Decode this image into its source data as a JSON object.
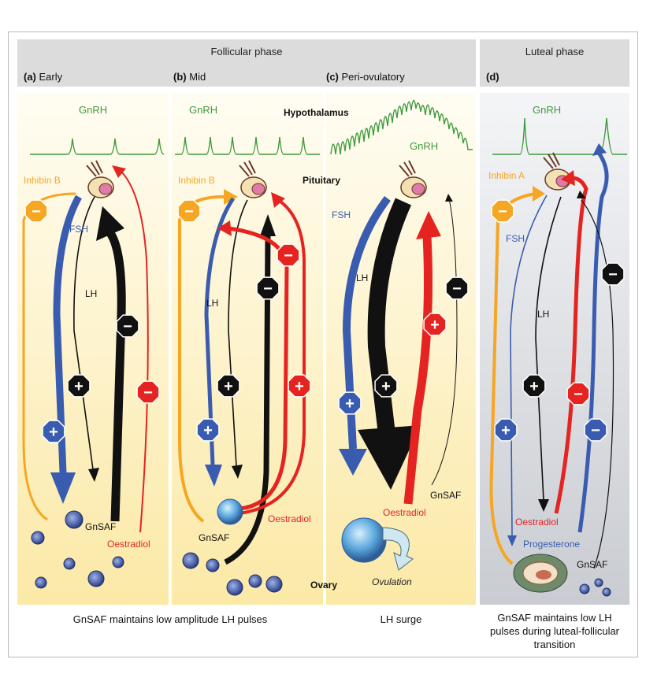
{
  "headers": {
    "follicular": "Follicular phase",
    "luteal": "Luteal phase"
  },
  "panels": {
    "a": {
      "letter": "(a)",
      "name": "Early"
    },
    "b": {
      "letter": "(b)",
      "name": "Mid"
    },
    "c": {
      "letter": "(c)",
      "name": "Peri-ovulatory"
    },
    "d": {
      "letter": "(d)",
      "name": ""
    }
  },
  "labels": {
    "gnrh": "GnRH",
    "hypothalamus": "Hypothalamus",
    "pituitary": "Pituitary",
    "ovary": "Ovary",
    "inhibin_b": "Inhibin B",
    "inhibin_a": "Inhibin A",
    "fsh": "FSH",
    "lh": "LH",
    "gnsaf": "GnSAF",
    "oestradiol": "Oestradiol",
    "progesterone": "Progesterone",
    "ovulation": "Ovulation"
  },
  "signs": {
    "plus": "+",
    "minus": "−"
  },
  "captions": {
    "ab": "GnSAF maintains low amplitude LH pulses",
    "c": "LH surge",
    "d_line1": "GnSAF maintains low LH",
    "d_line2": "pulses during luteal-follicular",
    "d_line3": "transition"
  },
  "colors": {
    "fsh": "#3a5cb0",
    "lh": "#111111",
    "oestradiol": "#e52421",
    "inhibin": "#f5a623",
    "gnrh": "#3e9a3e",
    "bg_follicular": "#fdf1c4",
    "bg_luteal": "#e4e6ea",
    "header": "#dcdcdc"
  }
}
